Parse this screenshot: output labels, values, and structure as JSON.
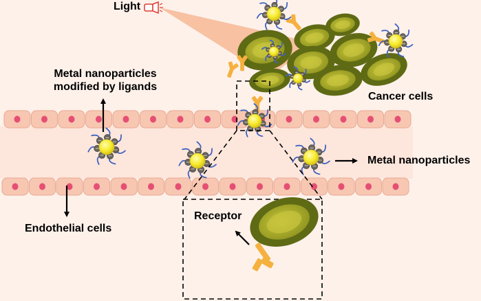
{
  "labels": {
    "light": "Light",
    "metal_np_ligands_line1": "Metal nanoparticles",
    "metal_np_ligands_line2": "modified by ligands",
    "cancer_cells": "Cancer cells",
    "metal_nanoparticles": "Metal nanoparticles",
    "endothelial_cells": "Endothelial cells",
    "receptor": "Receptor"
  },
  "colors": {
    "background": "#fdf1ea",
    "vessel_lumen": "#fcd8c9",
    "endothelial_cell": "#f7c7b2",
    "endothelial_nucleus": "#e64f74",
    "light_beam": "#f4b08a",
    "cancer_cell_outer": "#5f6a14",
    "cancer_cell_inner": "#b7b82b",
    "receptor": "#f5b13f",
    "nanoparticle_core": "#f7ec2c",
    "ligand_ball": "#6a6660",
    "ligand_chain": "#3f63c0"
  },
  "icons": {
    "light_source": "flashlight-icon",
    "nanoparticle": "nanoparticle-icon"
  }
}
